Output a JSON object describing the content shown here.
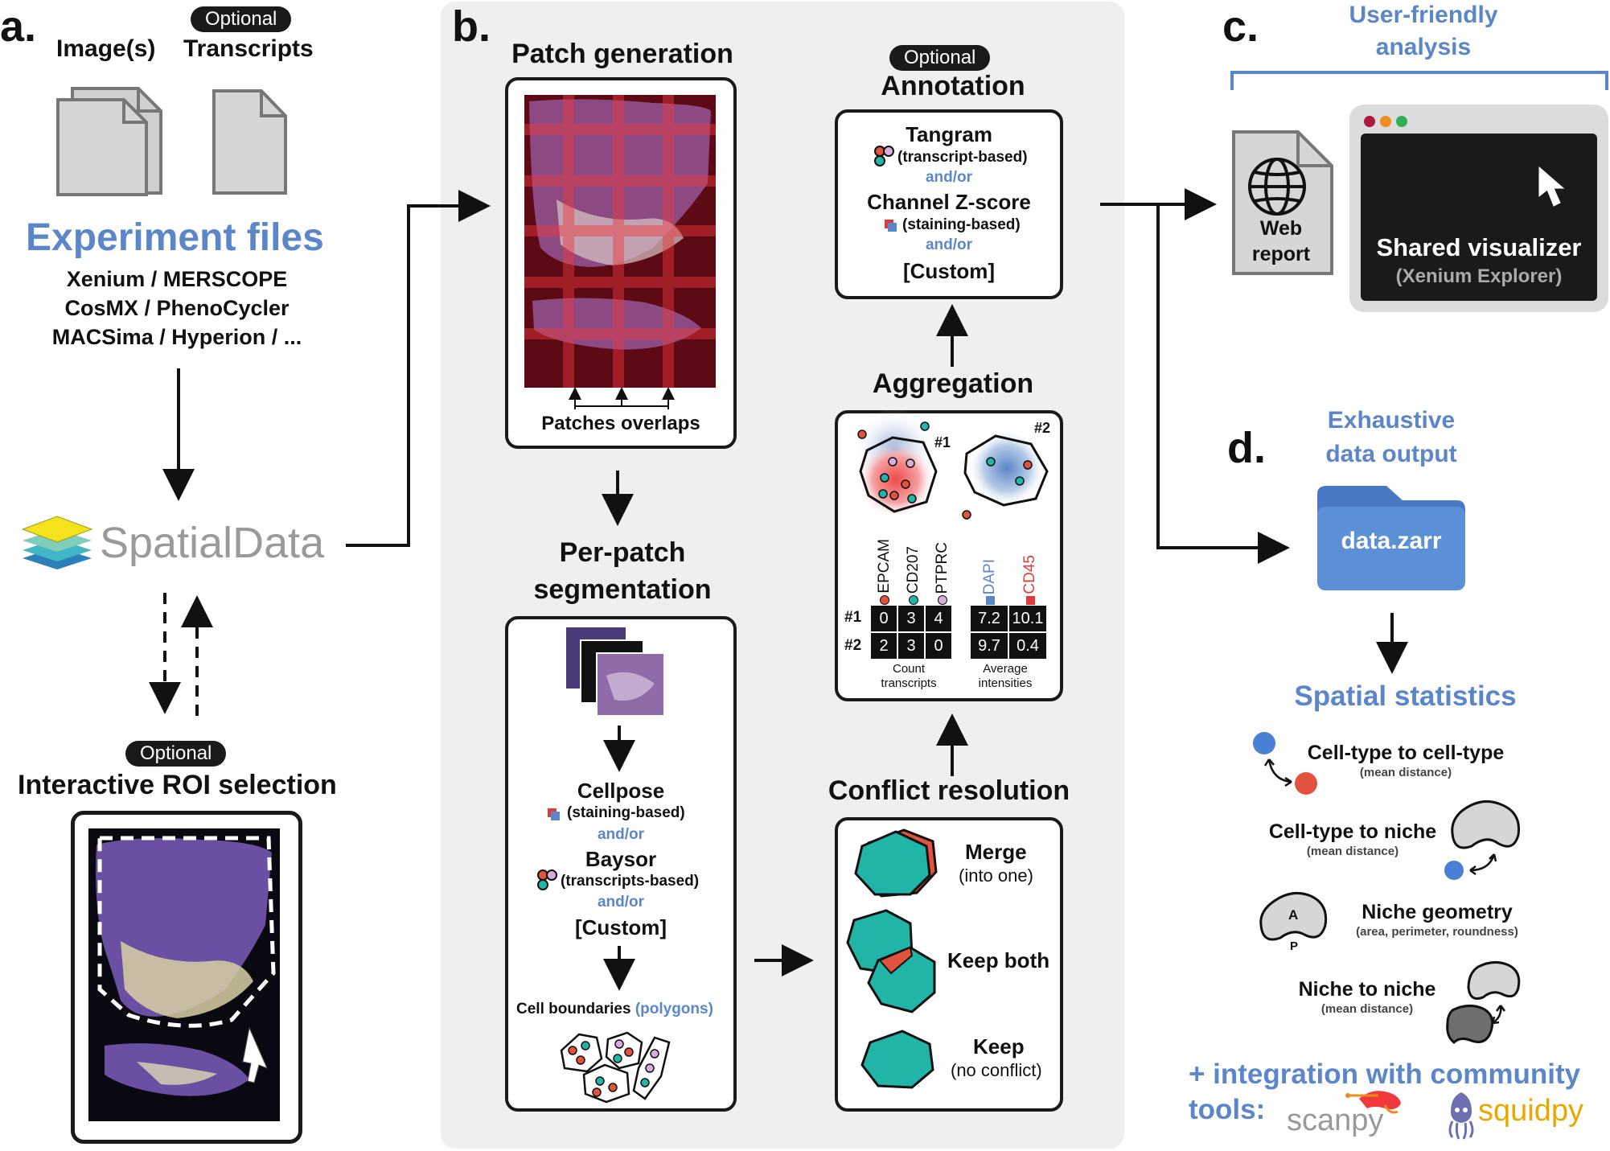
{
  "panel_a": {
    "letter": "a.",
    "images_label": "Image(s)",
    "optional_pill": "Optional",
    "transcripts_label": "Transcripts",
    "experiment_files": "Experiment files",
    "tech_line1": "Xenium / MERSCOPE",
    "tech_line2": "CosMX / PhenoCycler",
    "tech_line3": "MACSima / Hyperion / ...",
    "spatialdata": "SpatialData",
    "roi_pill": "Optional",
    "roi_title": "Interactive ROI selection"
  },
  "panel_b": {
    "letter": "b.",
    "patch_title": "Patch generation",
    "patch_overlaps": "Patches overlaps",
    "seg_title_1": "Per-patch",
    "seg_title_2": "segmentation",
    "cellpose": "Cellpose",
    "staining_based": "(staining-based)",
    "andor_1": "and/or",
    "baysor": "Baysor",
    "transcripts_based": "(transcripts-based)",
    "andor_2": "and/or",
    "custom_seg": "[Custom]",
    "cell_boundaries": "Cell boundaries",
    "polygons": "(polygons)",
    "conflict_title": "Conflict resolution",
    "merge": "Merge",
    "merge_sub": "(into one)",
    "keep_both": "Keep both",
    "keep": "Keep",
    "keep_sub": "(no conflict)",
    "aggregation_title": "Aggregation",
    "cell1": "#1",
    "cell2": "#2",
    "genes": [
      "EPCAM",
      "CD207",
      "PTPRC"
    ],
    "channels": [
      "DAPI",
      "CD45"
    ],
    "row1": "#1",
    "row2": "#2",
    "counts": [
      [
        "0",
        "3",
        "4"
      ],
      [
        "2",
        "3",
        "0"
      ]
    ],
    "intensities": [
      [
        "7.2",
        "10.1"
      ],
      [
        "9.7",
        "0.4"
      ]
    ],
    "count_caption_1": "Count",
    "count_caption_2": "transcripts",
    "avg_caption_1": "Average",
    "avg_caption_2": "intensities",
    "annotation_pill": "Optional",
    "annotation_title": "Annotation",
    "tangram": "Tangram",
    "transcript_based": "(transcript-based)",
    "andor_3": "and/or",
    "zscore": "Channel Z-score",
    "staining_based_2": "(staining-based)",
    "andor_4": "and/or",
    "custom_ann": "[Custom]"
  },
  "panel_c": {
    "letter": "c.",
    "title_1": "User-friendly",
    "title_2": "analysis",
    "web_1": "Web",
    "web_2": "report",
    "visualizer": "Shared visualizer",
    "explorer": "(Xenium Explorer)"
  },
  "panel_d": {
    "letter": "d.",
    "title_1": "Exhaustive",
    "title_2": "data output",
    "folder": "data.zarr",
    "stats_title": "Spatial statistics",
    "s1": "Cell-type to cell-type",
    "s1_sub": "(mean distance)",
    "s2": "Cell-type to niche",
    "s2_sub": "(mean distance)",
    "s3": "Niche geometry",
    "s3_sub": "(area, perimeter, roundness)",
    "s3_a": "A",
    "s3_p": "P",
    "s4": "Niche to niche",
    "s4_sub": "(mean distance)",
    "integration_1": "+ integration with community",
    "integration_2": "tools:",
    "scanpy": "scanpy",
    "squidpy": "squidpy"
  },
  "colors": {
    "blue": "#5b86c9",
    "teal": "#21b5a8",
    "red": "#e2533d",
    "panel_bg": "#efefef",
    "dark": "#1a1a1a"
  }
}
